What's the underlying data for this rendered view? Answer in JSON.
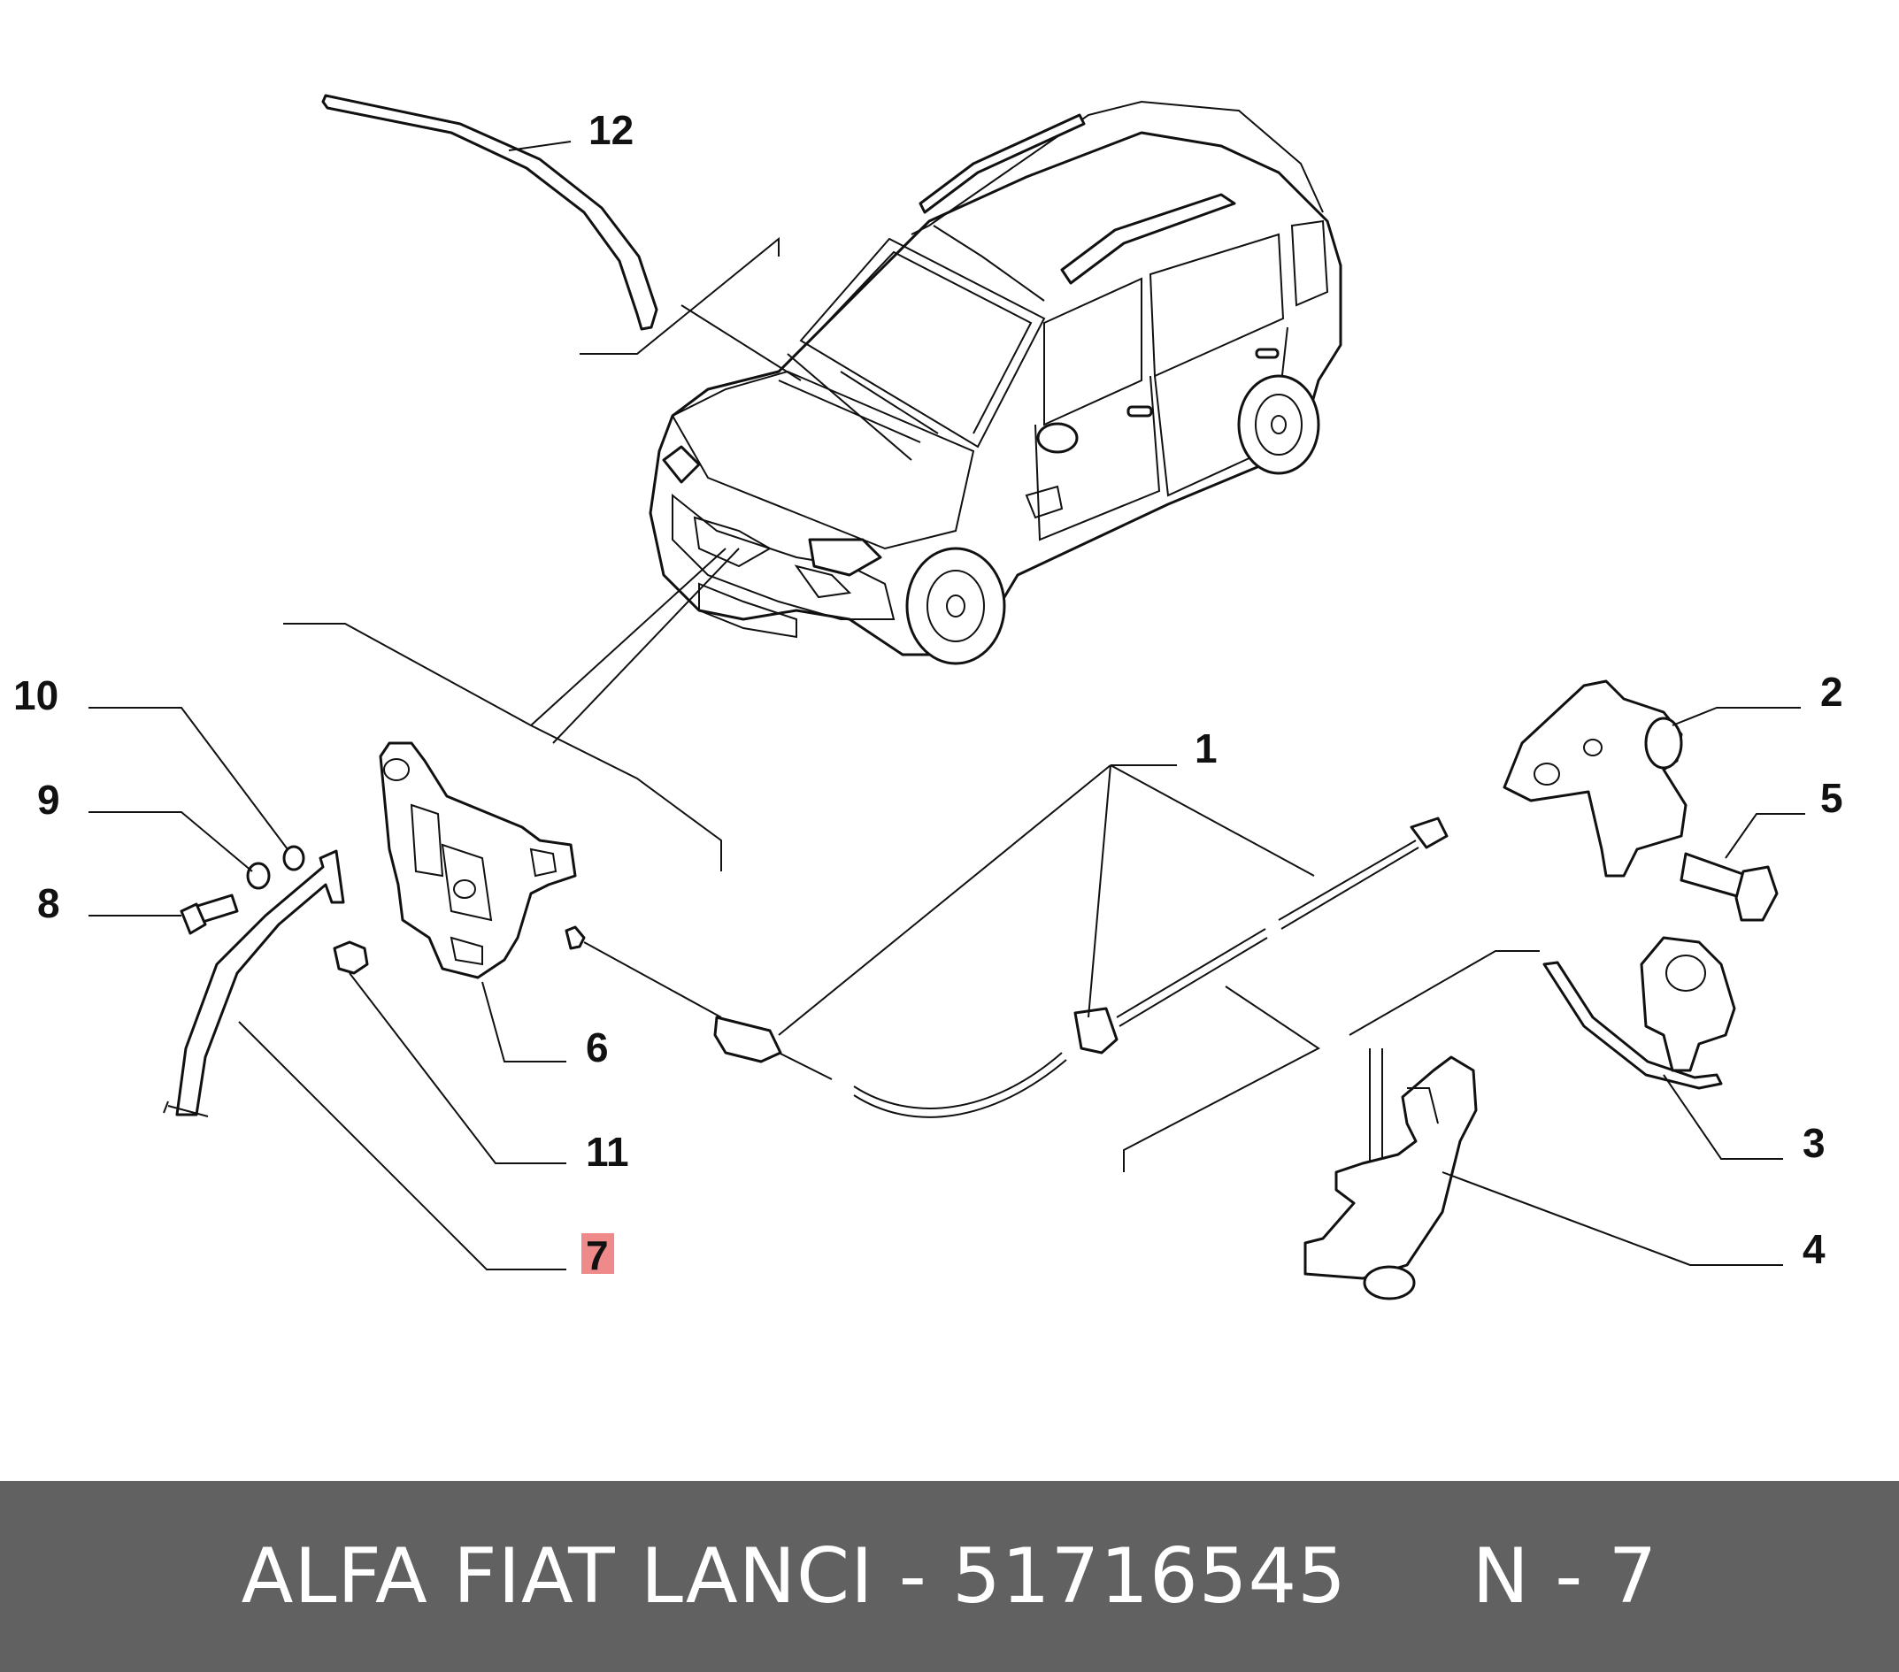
{
  "callouts": [
    {
      "id": "12",
      "label": "12"
    },
    {
      "id": "10",
      "label": "10"
    },
    {
      "id": "9",
      "label": "9"
    },
    {
      "id": "8",
      "label": "8"
    },
    {
      "id": "6",
      "label": "6"
    },
    {
      "id": "11",
      "label": "11"
    },
    {
      "id": "7",
      "label": "7"
    },
    {
      "id": "1",
      "label": "1"
    },
    {
      "id": "2",
      "label": "2"
    },
    {
      "id": "5",
      "label": "5"
    },
    {
      "id": "3",
      "label": "3"
    },
    {
      "id": "4",
      "label": "4"
    }
  ],
  "highlight_label": "7",
  "colors": {
    "background": "#ffffff",
    "line": "#111111",
    "footer_bg": "#616161",
    "footer_text": "#ffffff",
    "highlight": "#ee8a8a"
  },
  "footer": {
    "text": "ALFA FIAT LANCI - 51716545     N - 7"
  }
}
